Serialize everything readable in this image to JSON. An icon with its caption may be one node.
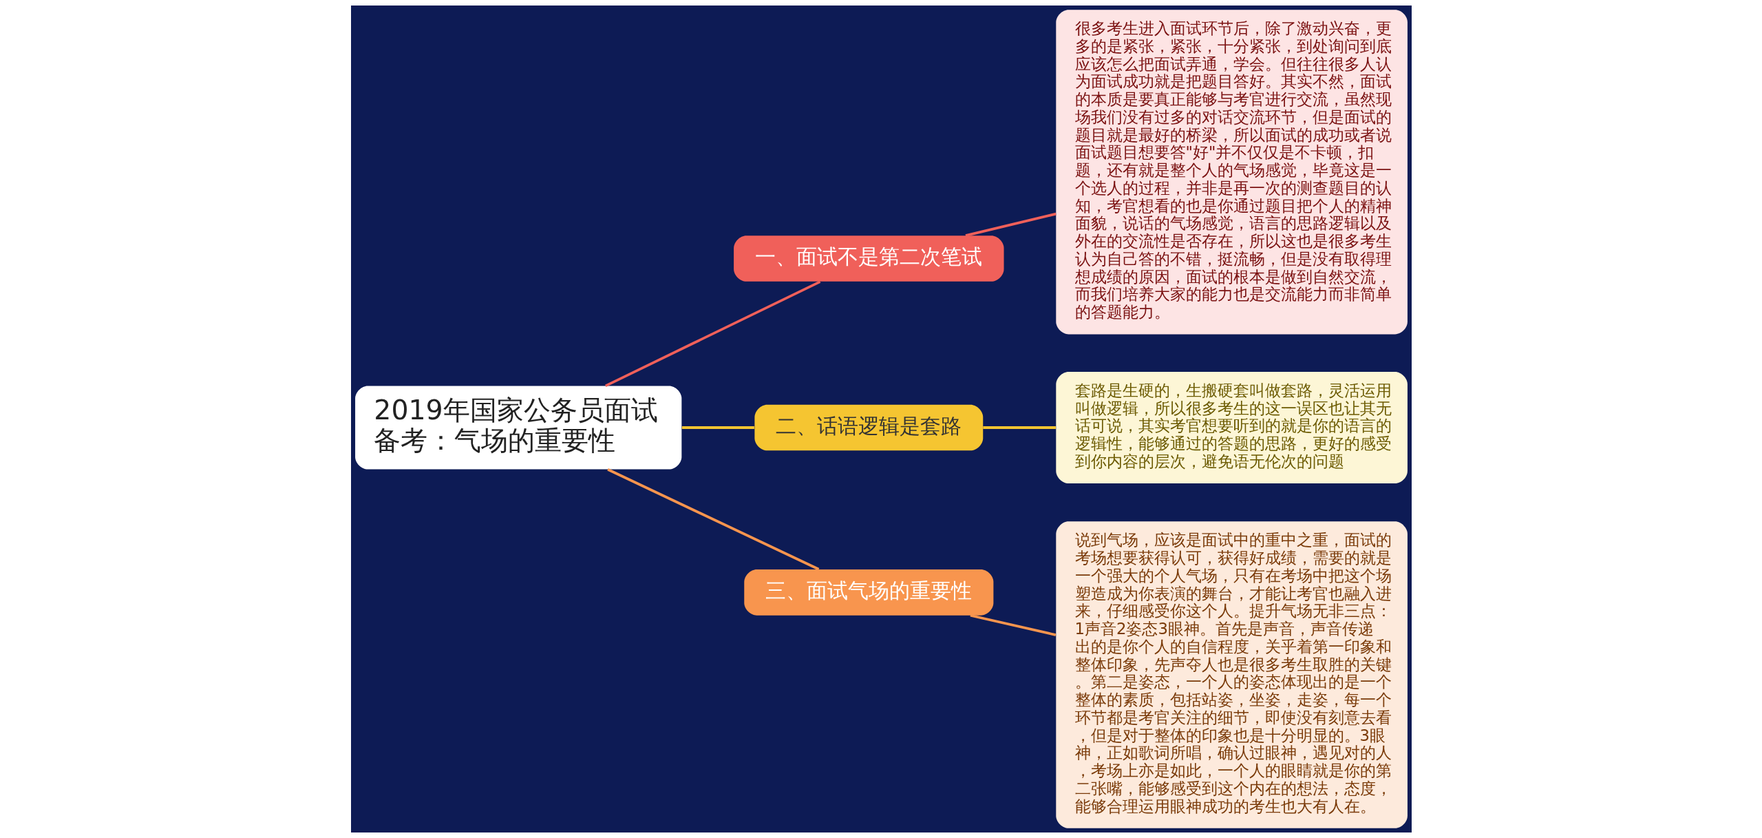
{
  "diagram": {
    "nodes": [
      {
        "text": [
          "2019年国家公务员面试备考：气场的重要性"
        ]
      },
      {
        "text": [
          "一、面试不是第二次笔试"
        ]
      },
      {
        "text": [
          "很多考生进入面试环节后，除了激动兴奋，更多的是紧张，紧张，十分紧张，到处询问到底应该怎么把面试弄通，学会。但往往很多人认为面试成功就是把题目答好。其实不然，面试的本质是要真正能够与考官进行交流，虽然现场我们没有过多的对话交流环节，但是面试的题目就是最好的桥梁，所以面试的成功或者说面试题目想要答\"好\"并不仅仅是不卡顿，扣题，还有就是整个人的气场感觉，毕竟这是一个选人的过程，并非是再一次的测查题目的认知，考官想看的也是你通过题目把个人的精神面貌，说话的气场感觉，语言的思路逻辑以及外在的交流性是否存在，所以这也是很多考生认为自己答的不错，挺流畅，但是没有取得理想成绩的原因，面试的根本是做到自然交流，而我们培养大家的能力也是交流能力而非简单的答题能力。"
        ]
      },
      {
        "text": [
          "二、话语逻辑是套路"
        ]
      },
      {
        "text": [
          "套路是生硬的，生搬硬套叫做套路，灵活运用叫做逻辑，所以很多考生的这一误区也让其无话可说，其实考官想要听到的就是你的语言的逻辑性，能够通过的答题的思路，更好的感受到你内容的层次，避免语无伦次的问题"
        ]
      },
      {
        "text": [
          "三、面试气场的重要性"
        ]
      },
      {
        "text": [
          "说到气场，应该是面试中的重中之重，面试的考场想要获得认可，获得好成绩，需要的就是一个强大的个人气场，只有在考场中把这个场塑造成为你表演的舞台，才能让考官也融入进来，仔细感受你这个人。提升气场无非三点：1声音2姿态3眼神。首先是声音，声音传递出的是你个人的自信程度，关乎着第一印象和整体印象，先声夺人也是很多考生取胜的关键。第二是姿态，一个人的姿态体现出的是一个整体的素质，包括站姿，坐姿，走姿，每一个环节都是考官关注的细节，即使没有刻意去看，但是对于整体的印象也是十分明显的。3眼神，正如歌词所唱，确认过眼神，遇见对的人，考场上亦是如此，一个人的眼睛就是你的第二张嘴，能够感受到这个内在的想法，态度，能够合理运用眼神成功的考生也大有人在。"
        ]
      }
    ],
    "edges": [
      {
        "from": 0,
        "to": 1,
        "arrow": "none",
        "color": "#f0605a"
      },
      {
        "from": 1,
        "to": 2,
        "arrow": "none",
        "color": "#f0605a"
      },
      {
        "from": 0,
        "to": 3,
        "arrow": "none",
        "color": "#f5c531"
      },
      {
        "from": 3,
        "to": 4,
        "arrow": "none",
        "color": "#f5c531"
      },
      {
        "from": 0,
        "to": 5,
        "arrow": "none",
        "color": "#f8954e"
      },
      {
        "from": 5,
        "to": 6,
        "arrow": "none",
        "color": "#f8954e"
      }
    ]
  }
}
